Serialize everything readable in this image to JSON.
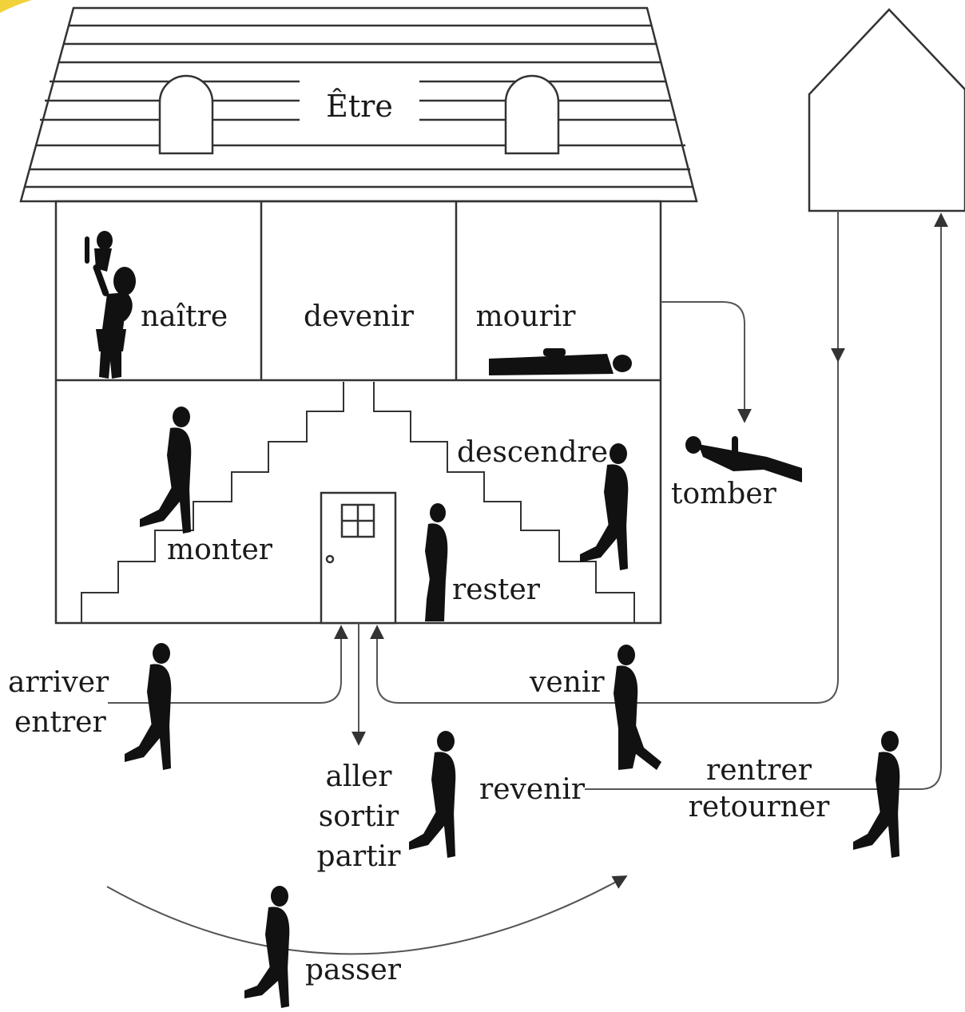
{
  "title": "Être",
  "rooms": {
    "naitre": "naître",
    "devenir": "devenir",
    "mourir": "mourir"
  },
  "stairs": {
    "monter": "monter",
    "descendre": "descendre",
    "rester": "rester"
  },
  "outside": {
    "tomber": "tomber",
    "arriver": "arriver",
    "entrer": "entrer",
    "venir": "venir",
    "aller": "aller",
    "sortir": "sortir",
    "partir": "partir",
    "revenir": "revenir",
    "rentrer": "rentrer",
    "retourner": "retourner",
    "passer": "passer"
  },
  "colors": {
    "ink": "#1a1a1a",
    "line": "#555555",
    "corner_accent": "#f2d23a"
  }
}
